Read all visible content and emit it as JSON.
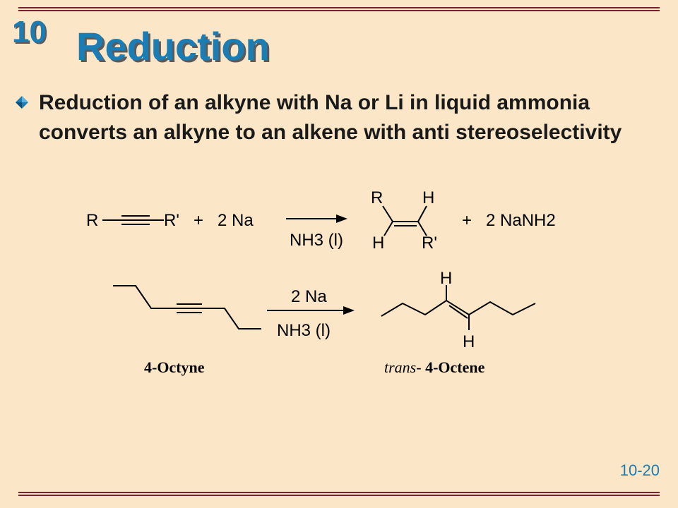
{
  "slide": {
    "chapter": "10",
    "title": "Reduction",
    "bullet_text": "Reduction of an alkyne with Na or Li in liquid ammonia converts an alkyne to an alkene with anti stereoselectivity",
    "slide_number": "10-20"
  },
  "colors": {
    "background": "#fbe6c8",
    "accent": "#1b7db3",
    "rule": "#7a2230"
  },
  "reaction1": {
    "reactant_left": "R",
    "reactant_right": "R'",
    "plus1": "+",
    "reagent": "2 Na",
    "conditions": "NH3 (l)",
    "product_top_left": "R",
    "product_top_right": "H",
    "product_bottom_left": "H",
    "product_bottom_right": "R'",
    "plus2": "+",
    "byproduct": "2 NaNH2"
  },
  "reaction2": {
    "reagent": "2 Na",
    "conditions": "NH3 (l)",
    "product_h_top": "H",
    "product_h_bottom": "H",
    "reactant_name": "4-Octyne",
    "product_name_prefix": "trans-",
    "product_name": " 4-Octene"
  },
  "icons": {
    "bullet": "diamond-bullet-icon"
  }
}
